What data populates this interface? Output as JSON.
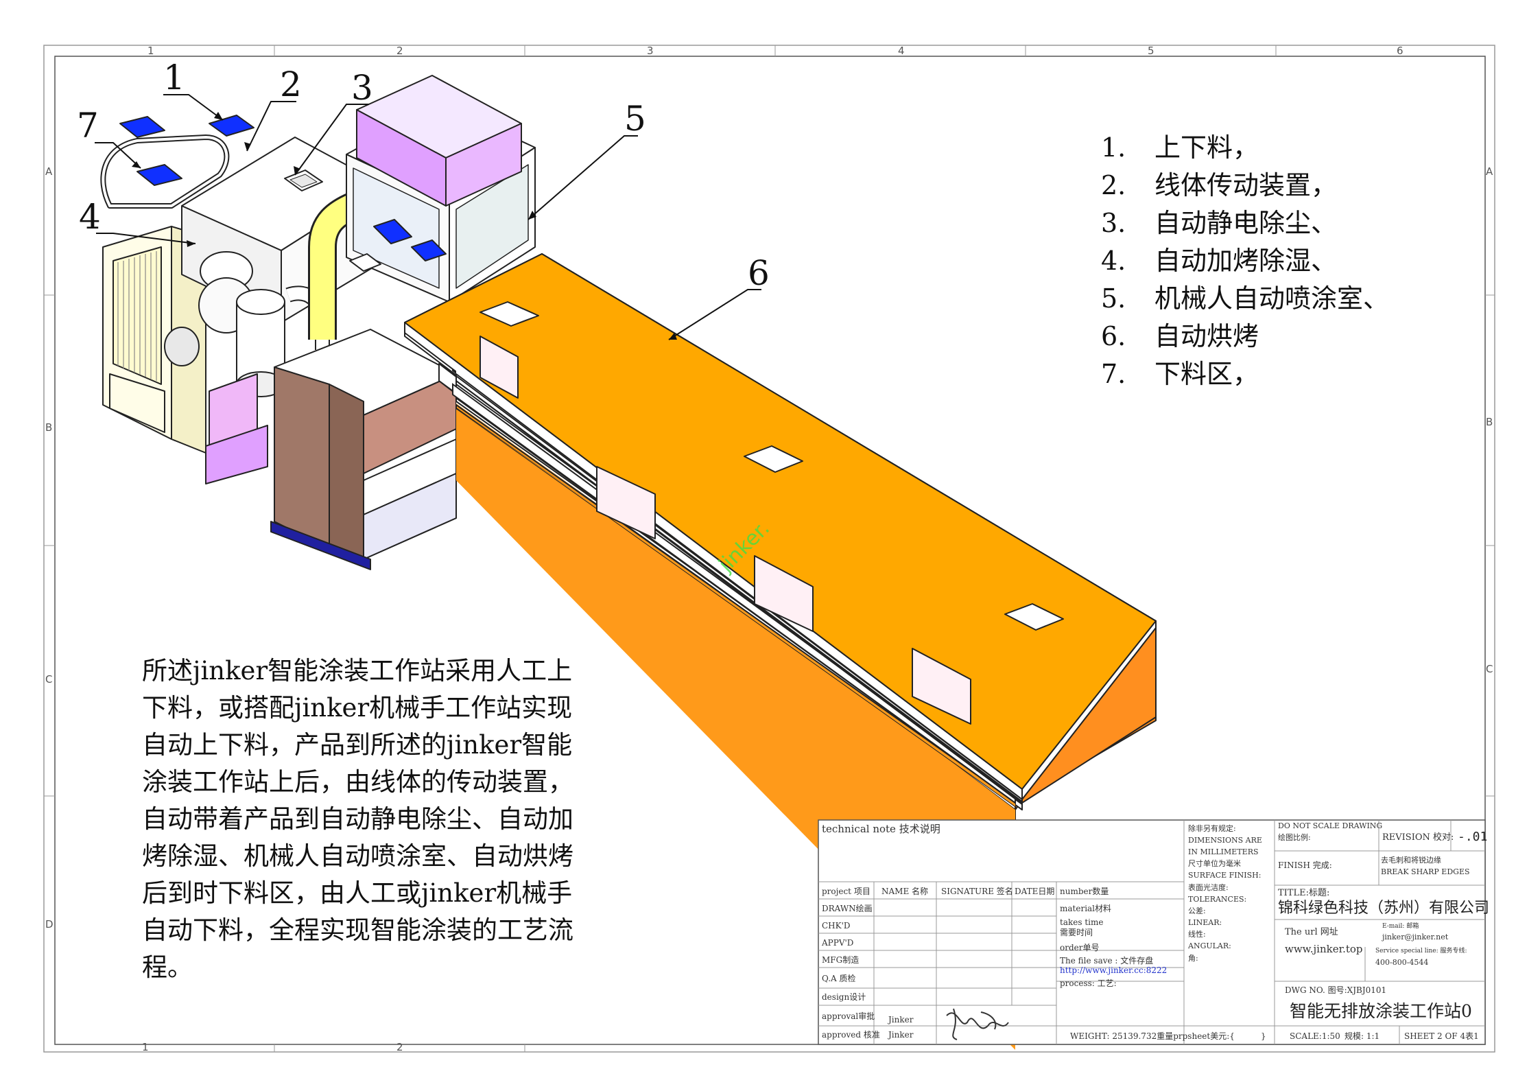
{
  "border": {
    "top_numbers": [
      "1",
      "2",
      "3",
      "4",
      "5",
      "6"
    ],
    "bottom_numbers": [
      "1",
      "2"
    ],
    "side_letters": [
      "A",
      "B",
      "C",
      "D"
    ]
  },
  "callouts": [
    "1",
    "2",
    "3",
    "4",
    "5",
    "6",
    "7"
  ],
  "legend": [
    {
      "num": "1.",
      "text": "上下料，"
    },
    {
      "num": "2.",
      "text": "线体传动装置，"
    },
    {
      "num": "3.",
      "text": "自动静电除尘、"
    },
    {
      "num": "4.",
      "text": "自动加烤除湿、"
    },
    {
      "num": "5.",
      "text": "机械人自动喷涂室、"
    },
    {
      "num": "6.",
      "text": "自动烘烤"
    },
    {
      "num": "7.",
      "text": "下料区，"
    }
  ],
  "description": [
    "所述jinker智能涂装工作站采用人工上",
    "下料，或搭配jinker机械手工作站实现",
    "自动上下料，产品到所述的jinker智能",
    "涂装工作站上后，由线体的传动装置，",
    "自动带着产品到自动静电除尘、自动加",
    "烤除湿、机械人自动喷涂室、自动烘烤",
    "后到时下料区，由人工或jinker机械手",
    "自动下料，全程实现智能涂装的工艺流",
    "程。"
  ],
  "watermark": "jinker.",
  "title_block": {
    "technical_note": "technical note 技术说明",
    "headers": [
      "project 项目",
      "NAME 名称",
      "SIGNATURE 签名",
      "DATE日期"
    ],
    "rows": [
      "DRAWN绘画",
      "CHK'D",
      "APPV'D",
      "MFG制造",
      "Q.A 质检",
      "design设计",
      "approval审批",
      "approved 核准"
    ],
    "approval_name": "Jinker",
    "approved_name": "Jinker",
    "mid": [
      "number数量",
      "material材料",
      "takes time",
      "需要时间",
      "order单号",
      "The file save : 文件存盘",
      "http://www.jinker.cc:8222",
      "process: 工艺:"
    ],
    "dims": [
      "除非另有规定:",
      "DIMENSIONS ARE",
      "IN MILLIMETERS",
      "尺寸单位为毫米",
      "SURFACE FINISH:",
      "表面光洁度:",
      "TOLERANCES:",
      "公差:",
      "LINEAR:",
      "线性:",
      "ANGULAR:",
      "角:"
    ],
    "no_scale": "DO NOT SCALE DRAWING",
    "scale_label": "绘图比例:",
    "revision": "REVISION 校对:",
    "revision_value": "-.01",
    "finish": "FINISH 完成:",
    "deburr_cn": "去毛刺和将锐边缘",
    "deburr_en": "BREAK SHARP EDGES",
    "title_label": "TITLE:标题:",
    "company": "锦科绿色科技（苏州）有限公司",
    "url_label": "The url 网址",
    "url": "www.jinker.top",
    "email_label": "E-mail: 邮箱",
    "email": "jinker@jinker.net",
    "service_label": "Service special line: 服务专线:",
    "phone": "400-800-4544",
    "dwg_no": "DWG NO. 图号:XJBJ0101",
    "drawing_title": "智能无排放涂装工作站0",
    "weight": "WEIGHT: 25139.732重量prpsheet美元:{",
    "weight_close": "}",
    "scale": "SCALE:1:50",
    "spec": "规模: 1:1",
    "sheet": "SHEET 2 OF 4表1"
  },
  "colors": {
    "oven_top": "#ffa800",
    "oven_front": "#ff8f1f",
    "oven_side": "#ff9b1a",
    "duct": "#ffff80",
    "robot_room": "#e0a0ff",
    "grille": "#fffbd0",
    "blue_pad": "#1030ff"
  }
}
